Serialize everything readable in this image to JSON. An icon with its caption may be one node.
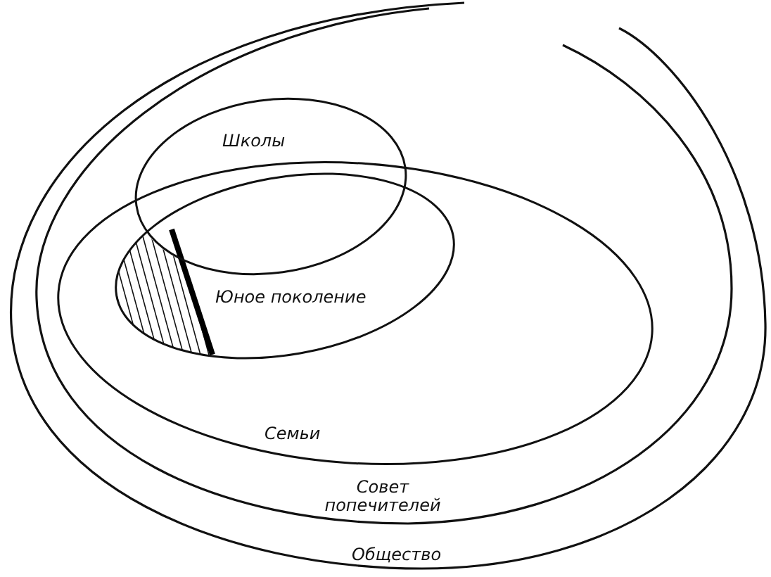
{
  "diagram": {
    "nodes": [
      {
        "text": [
          "Общество"
        ]
      },
      {
        "text": [
          "Совет попечителей"
        ],
        "in": 0
      },
      {
        "text": [
          "Семьи"
        ],
        "in": 1
      },
      {
        "text": [
          "Школы"
        ],
        "in": 1
      },
      {
        "text": [
          "Юное поколение"
        ],
        "in": 2
      }
    ]
  }
}
